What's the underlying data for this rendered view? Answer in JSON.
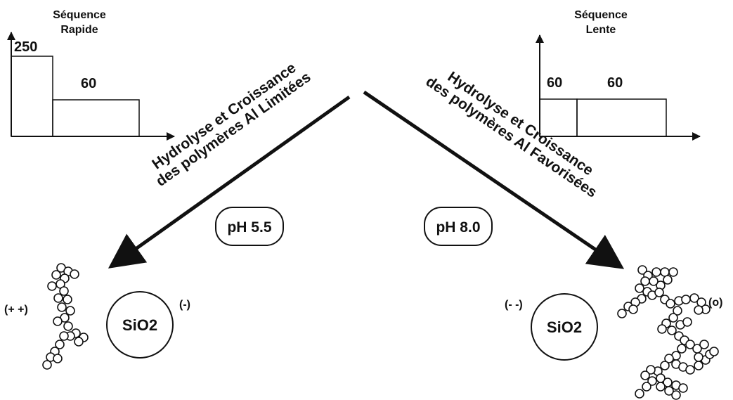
{
  "left_panel": {
    "title_line1": "Séquence",
    "title_line2": "Rapide",
    "bar1_value": "250",
    "bar2_value": "60",
    "arrow_label_line1": "Hydrolyse et Croissance",
    "arrow_label_line2": "des polymères Al Limitées",
    "ph_label": "pH 5.5",
    "polymer_charge": "(+ +)",
    "sio2_label": "SiO2",
    "sio2_charge": "(-)"
  },
  "right_panel": {
    "title_line1": "Séquence",
    "title_line2": "Lente",
    "bar1_value": "60",
    "bar2_value": "60",
    "arrow_label_line1": "Hydrolyse et Croissance",
    "arrow_label_line2": "des polymères Al Favorisées",
    "ph_label": "pH 8.0",
    "sio2_charge": "(- -)",
    "sio2_label": "SiO2",
    "polymer_charge": "(o)"
  }
}
